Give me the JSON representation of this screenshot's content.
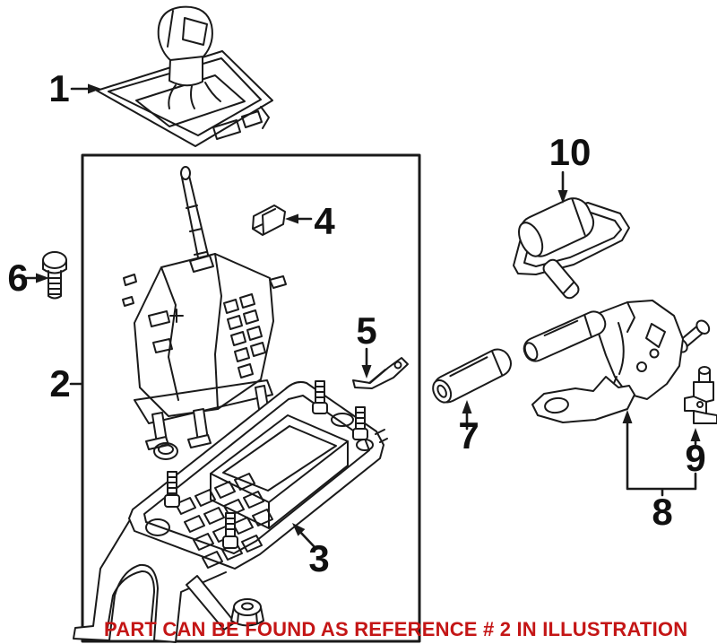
{
  "colors": {
    "background": "#ffffff",
    "line": "#1a1a1a",
    "note": "#c41616"
  },
  "note": {
    "text": "PART CAN BE FOUND AS REFERENCE # 2 IN ILLUSTRATION"
  },
  "callouts": [
    {
      "label": "1"
    },
    {
      "label": "2"
    },
    {
      "label": "3"
    },
    {
      "label": "4"
    },
    {
      "label": "5"
    },
    {
      "label": "6"
    },
    {
      "label": "7"
    },
    {
      "label": "8"
    },
    {
      "label": "9"
    },
    {
      "label": "10"
    }
  ]
}
